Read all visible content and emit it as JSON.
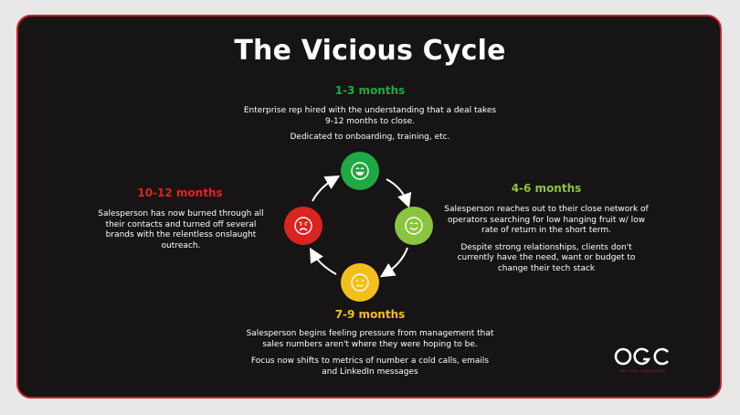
{
  "title": "The Vicious Cycle",
  "colors": {
    "green": "#1fa844",
    "light_green": "#8bc43f",
    "yellow": "#f4bf1a",
    "red": "#d9241f",
    "border": "#c8232b",
    "background": "#161414"
  },
  "phases": {
    "p1": {
      "heading": "1-3 months",
      "lines": [
        "Enterprise rep hired with the understanding  that a deal takes",
        "9-12 months to close."
      ],
      "lines2": [
        "Dedicated to onboarding, training, etc."
      ],
      "icon": "happy-face-icon"
    },
    "p2": {
      "heading": "4-6 months",
      "lines": [
        "Salesperson reaches out to their close network of",
        "operators searching for low hanging fruit w/ low",
        "rate of return in the short term."
      ],
      "lines2": [
        "Despite strong relationships, clients don't",
        "currently have the need, want or budget to",
        "change their tech stack"
      ],
      "icon": "smile-face-icon"
    },
    "p3": {
      "heading": "7-9 months",
      "lines": [
        "Salesperson begins feeling pressure from management that",
        "sales numbers aren't where they were hoping to be."
      ],
      "lines2": [
        "Focus now shifts to metrics of number a cold calls, emails",
        "and LinkedIn messages"
      ],
      "icon": "neutral-face-icon"
    },
    "p4": {
      "heading": "10-12 months",
      "lines": [
        "Salesperson has now burned through all",
        "their contacts and turned off several",
        "brands with the relentless onslaught",
        "outreach."
      ],
      "icon": "sad-face-icon"
    }
  },
  "logo": {
    "text": "OGC",
    "subtext": "ONE GOAL CONSULTING"
  }
}
